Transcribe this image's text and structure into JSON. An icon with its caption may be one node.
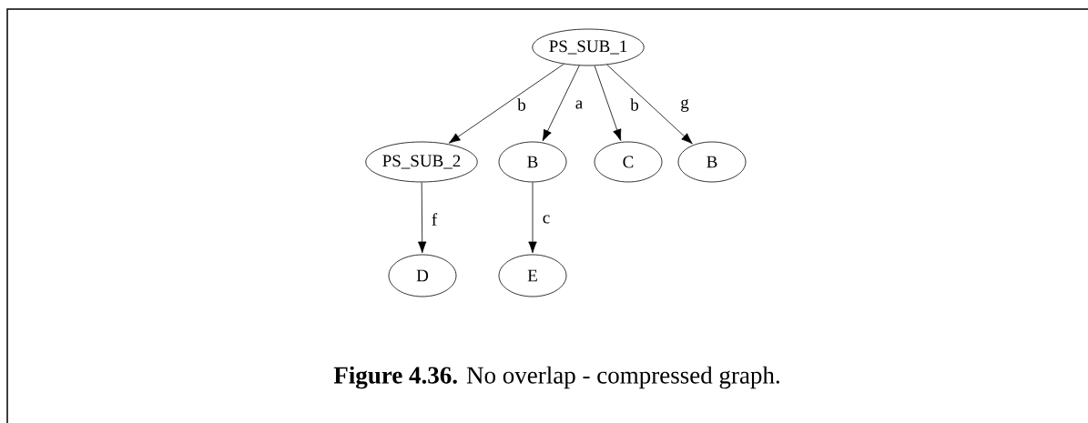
{
  "diagram": {
    "caption": "**Figure 4.36.** No overlap - compressed graph.",
    "nodes": [
      {
        "text": [
          "PS_SUB_1"
        ]
      },
      {
        "text": [
          "PS_SUB_2"
        ]
      },
      {
        "text": [
          "B"
        ]
      },
      {
        "text": [
          "C"
        ]
      },
      {
        "text": [
          "B"
        ]
      },
      {
        "text": [
          "D"
        ]
      },
      {
        "text": [
          "E"
        ]
      }
    ],
    "edges": [
      {
        "from": 0,
        "to": 1,
        "arrow": "to",
        "label": "b"
      },
      {
        "from": 0,
        "to": 2,
        "arrow": "to",
        "label": "a"
      },
      {
        "from": 0,
        "to": 3,
        "arrow": "to",
        "label": "b"
      },
      {
        "from": 0,
        "to": 4,
        "arrow": "to",
        "label": "g"
      },
      {
        "from": 1,
        "to": 5,
        "arrow": "to",
        "label": "f"
      },
      {
        "from": 2,
        "to": 6,
        "arrow": "to",
        "label": "c"
      }
    ]
  }
}
